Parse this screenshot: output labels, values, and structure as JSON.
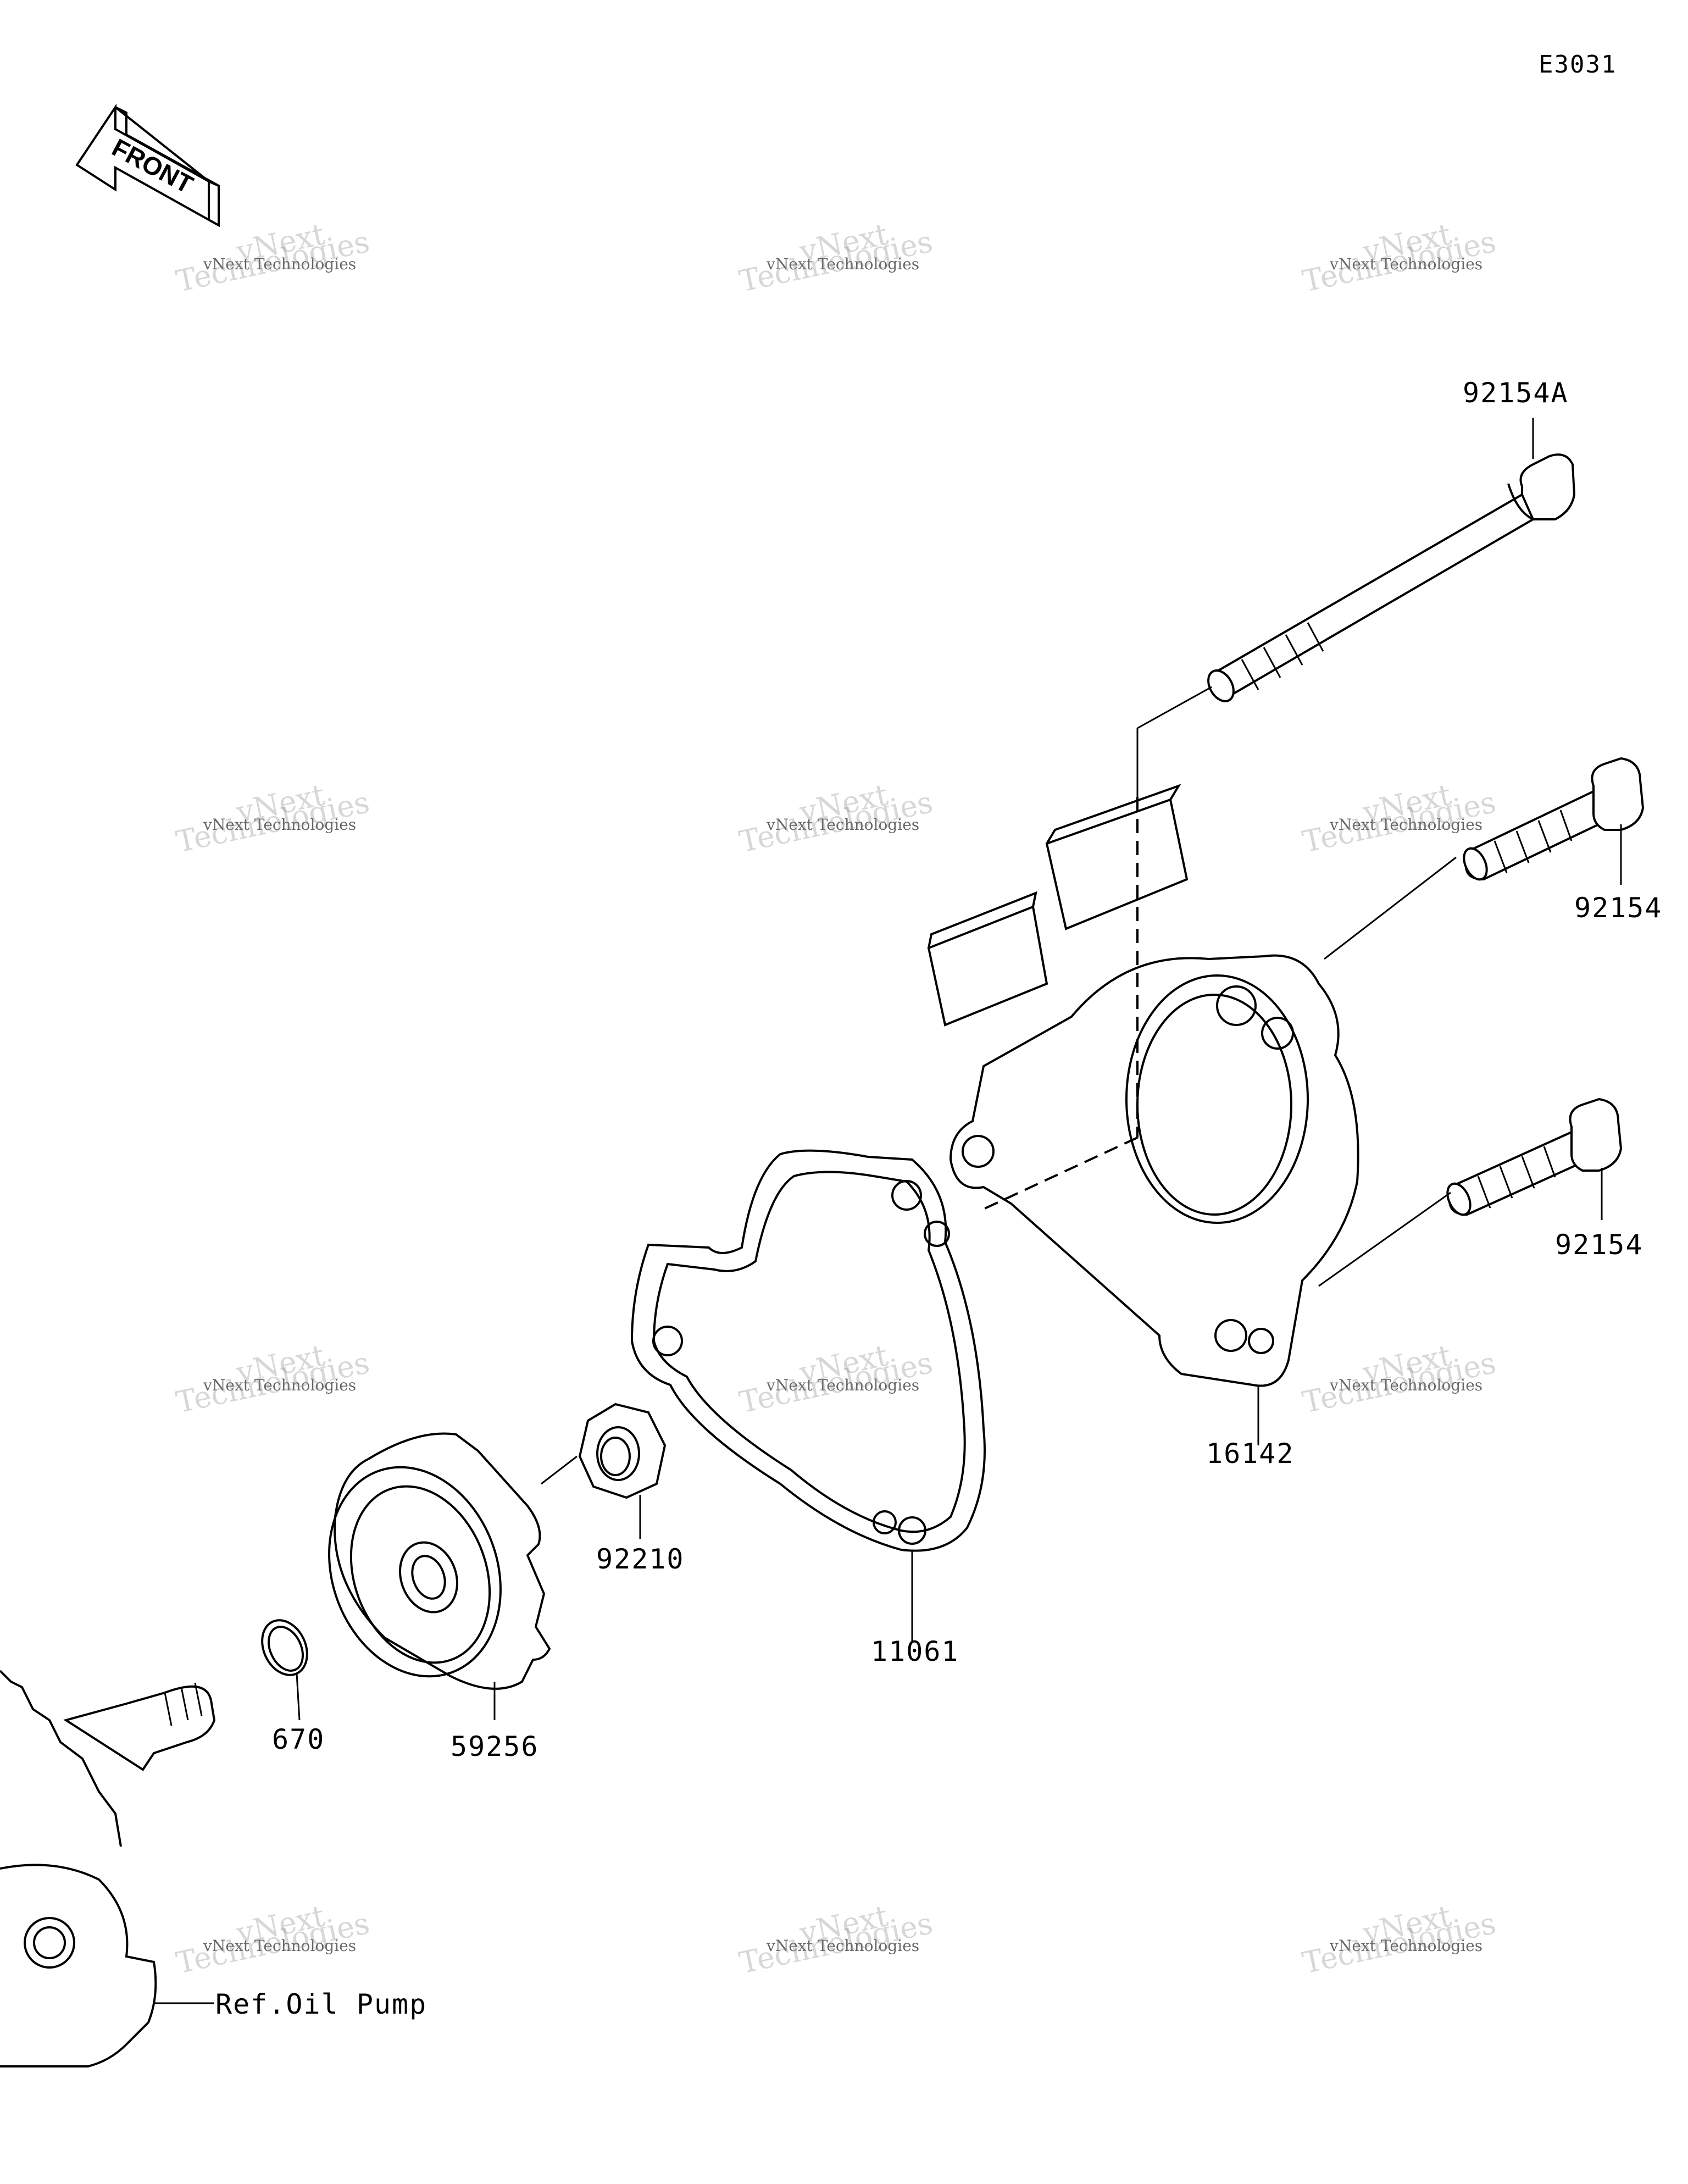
{
  "diagram_code": "E3031",
  "front_arrow_text": "FRONT",
  "watermark": {
    "small_text": "vNext Technologies",
    "large_text_1": "vNext",
    "large_text_2": "Technologies"
  },
  "parts": [
    {
      "id": "bolt-long",
      "label": "92154A"
    },
    {
      "id": "bolt-upper",
      "label": "92154"
    },
    {
      "id": "bolt-lower",
      "label": "92154"
    },
    {
      "id": "pump-cover",
      "label": "16142"
    },
    {
      "id": "gasket",
      "label": "11061"
    },
    {
      "id": "nut",
      "label": "92210"
    },
    {
      "id": "impeller",
      "label": "59256"
    },
    {
      "id": "o-ring",
      "label": "670"
    },
    {
      "id": "oil-pump-ref",
      "label": "Ref.Oil Pump"
    }
  ]
}
